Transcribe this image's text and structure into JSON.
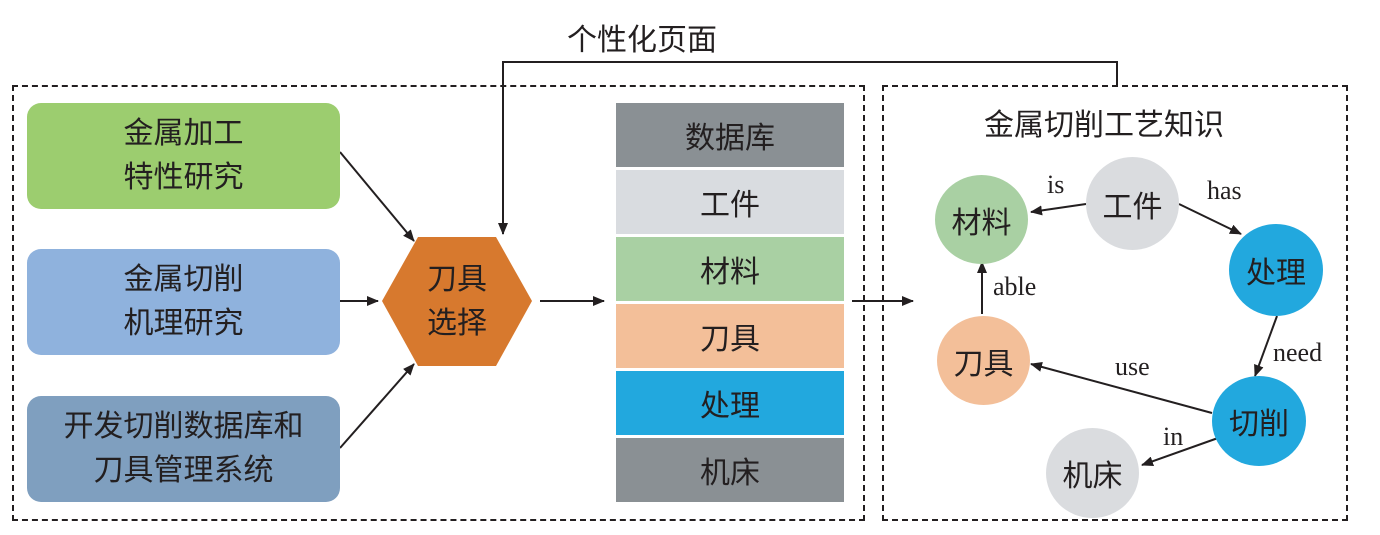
{
  "top_label": "个性化页面",
  "right_title": "金属切削工艺知识",
  "left_boxes": [
    {
      "text": "金属加工\n特性研究",
      "color": "#9ccd6f"
    },
    {
      "text": "金属切削\n机理研究",
      "color": "#8fb2dd"
    },
    {
      "text": "开发切削数据库和\n刀具管理系统",
      "color": "#7f9fbf"
    }
  ],
  "hexagon": {
    "text": "刀具\n选择",
    "color": "#d7792e"
  },
  "stack": [
    {
      "text": "数据库",
      "color": "#8a9094"
    },
    {
      "text": "工件",
      "color": "#d9dce0"
    },
    {
      "text": "材料",
      "color": "#a9d0a3"
    },
    {
      "text": "刀具",
      "color": "#f3bf99"
    },
    {
      "text": "处理",
      "color": "#22a8de"
    },
    {
      "text": "机床",
      "color": "#8a9094"
    }
  ],
  "nodes": {
    "workpiece": {
      "text": "工件",
      "color": "#dadcdf"
    },
    "material": {
      "text": "材料",
      "color": "#a9d0a3"
    },
    "process": {
      "text": "处理",
      "color": "#22a8de"
    },
    "tool": {
      "text": "刀具",
      "color": "#f3bf99"
    },
    "cutting": {
      "text": "切削",
      "color": "#22a8de"
    },
    "machine": {
      "text": "机床",
      "color": "#dadcdf"
    }
  },
  "edge_labels": {
    "is": "is",
    "has": "has",
    "able": "able",
    "need": "need",
    "use": "use",
    "in": "in"
  }
}
